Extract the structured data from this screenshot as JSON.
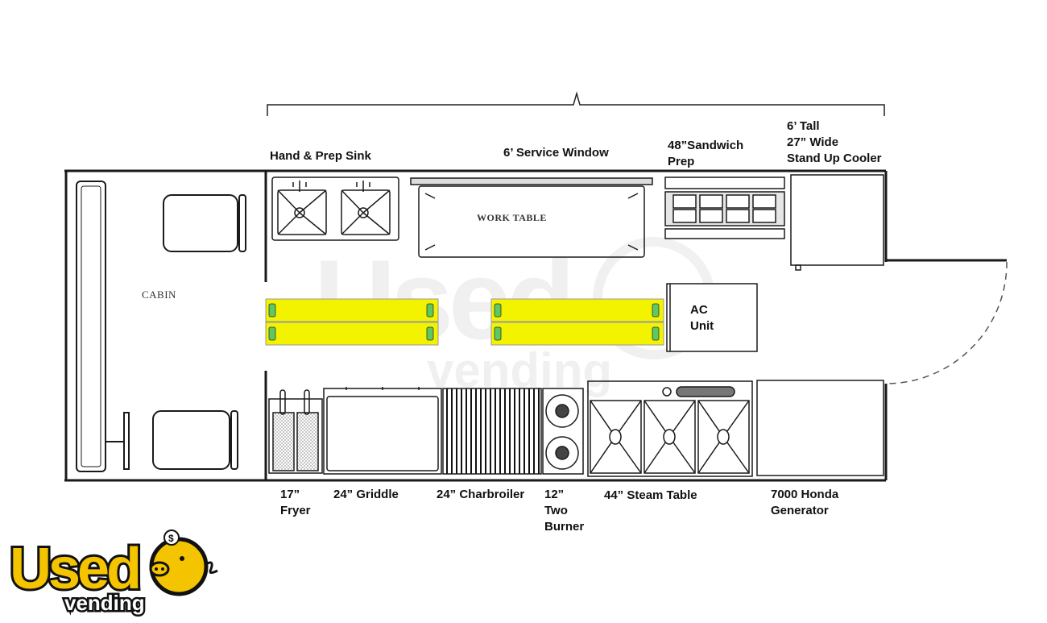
{
  "diagram": {
    "labels": {
      "hand_prep_sink": "Hand & Prep Sink",
      "service_window": "6’ Service Window",
      "sandwich_prep": "48”Sandwich\nPrep",
      "cooler": "6’ Tall\n27” Wide\nStand Up Cooler",
      "cabin": "CABIN",
      "work_table": "WORK TABLE",
      "ac_unit": "AC\nUnit",
      "fryer": "17”\nFryer",
      "griddle": "24” Griddle",
      "charbroiler": "24” Charbroiler",
      "two_burner": "12”\nTwo\nBurner",
      "steam_table": "44” Steam Table",
      "generator": "7000 Honda\nGenerator"
    }
  },
  "logo": {
    "brand_main": "Used",
    "brand_sub": "vending",
    "color_main": "#f5c400",
    "color_outline": "#111111"
  },
  "colors": {
    "light_tube": "#f3f300",
    "light_end": "#5ec95e",
    "line": "#1a1a1a"
  }
}
